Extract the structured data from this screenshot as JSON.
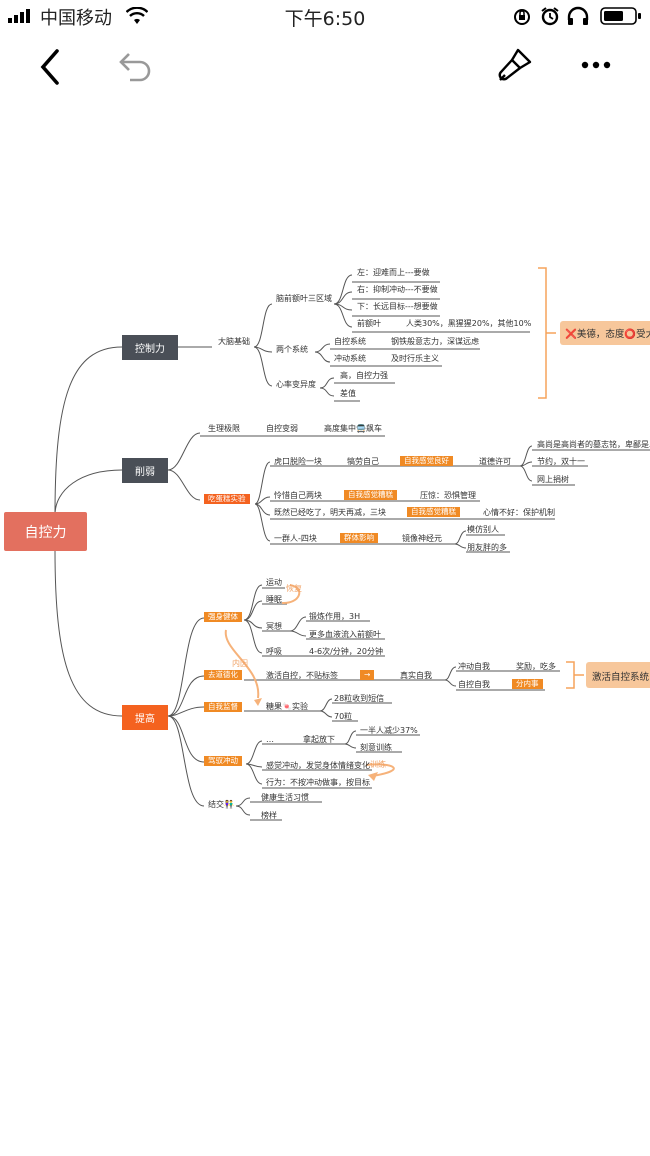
{
  "status_bar": {
    "carrier": "中国移动",
    "time": "下午6:50"
  },
  "toolbar": {
    "back_icon": "chevron-left-icon",
    "undo_icon": "undo-icon",
    "style_icon": "paint-brush-icon",
    "more_icon": "more-horizontal-icon"
  },
  "colors": {
    "root": "#e3705f",
    "branch_dark": "#4a4f57",
    "branch_orange": "#f4621f",
    "label_orange": "#f08a24",
    "callout": "#f7c79b",
    "bracket": "#f5a35b",
    "line": "#555555"
  },
  "mindmap": {
    "root": "自控力",
    "branches": {
      "control": "控制力",
      "weaken": "削弱",
      "improve": "提高"
    },
    "control": {
      "brain_basis": "大脑基础",
      "prefrontal_zones": "脑前额叶三区域",
      "left": "左：迎难而上---要做",
      "right": "右：抑制冲动---不要做",
      "bottom": "下：长远目标---想要做",
      "prefrontal": "前额叶",
      "human_ratio": "人类30%，黑猩猩20%，其他10%",
      "two_systems": "两个系统",
      "self_control_system": "自控系统",
      "steel_will": "钢铁般意志力，深谋远虑",
      "impulse_system": "冲动系统",
      "hedonism": "及时行乐主义",
      "hrv": "心率变异度",
      "high": "高，自控力强",
      "low": "差值",
      "callout": "❌美德，态度⭕受大"
    },
    "weaken": {
      "physio_limit": "生理极限",
      "self_control_device": "自控变弱",
      "altitude": "高度集中🚍飙车",
      "cake_experiment": "吃蛋糕实验",
      "tiger": "虎口脱险一块",
      "reward_self": "犒劳自己",
      "feel_good": "自我感觉良好",
      "moral_license": "道德许可",
      "noble": "高尚是高尚者的墓志铭，卑鄙是卑",
      "frugal": "节约，双十一",
      "online_donation": "网上捐树",
      "pity": "怜惜自己两块",
      "feel_bad": "自我感觉糟糕",
      "stress": "压惊：恐惧管理",
      "already_ate": "既然已经吃了，明天再减，三块",
      "feel_bad2": "自我感觉糟糕",
      "bad_mood": "心情不好：保护机制",
      "group_four": "一群人-四块",
      "group_effect": "群体影响",
      "mirror_neuron": "镜像神经元",
      "imitate": "模仿别人",
      "fat_friends": "朋友胖的多"
    },
    "improve": {
      "strengthen": "强身健体",
      "exercise": "运动",
      "recover": "恢复",
      "sleep": "睡眠",
      "meditation": "冥想",
      "exercise_effect": "锻炼作用，3H",
      "more_blood": "更多血液流入前额叶",
      "breathing": "呼吸",
      "breath_rate": "4-6次/分钟，20分钟",
      "inner_cause": "内因",
      "moralize": "去道德化",
      "activate": "激活自控，不贴标签",
      "arrow": "→",
      "real_self": "真实自我",
      "impulse_self": "冲动自我",
      "reward": "奖励，吃多",
      "control_self": "自控自我",
      "within_duty": "分内事",
      "activate_callout": "激活自控系统",
      "self_monitor": "自我监督",
      "sugar_test": "糖果🍬实验",
      "pills_short": "28粒收到短信",
      "pills_70": "70粒",
      "shortcut": "…",
      "overcome_impulse": "驾驭冲动",
      "pick_up": "拿起放下",
      "reduce_37": "一半人减少37%",
      "deliberate": "刻意训练",
      "feel_impulse": "感觉冲动，发觉身体情绪变化",
      "train": "训练",
      "action": "行为：不按冲动做事，按目标",
      "friends": "结交👫",
      "habits": "健康生活习惯",
      "role_model": "榜样"
    }
  }
}
